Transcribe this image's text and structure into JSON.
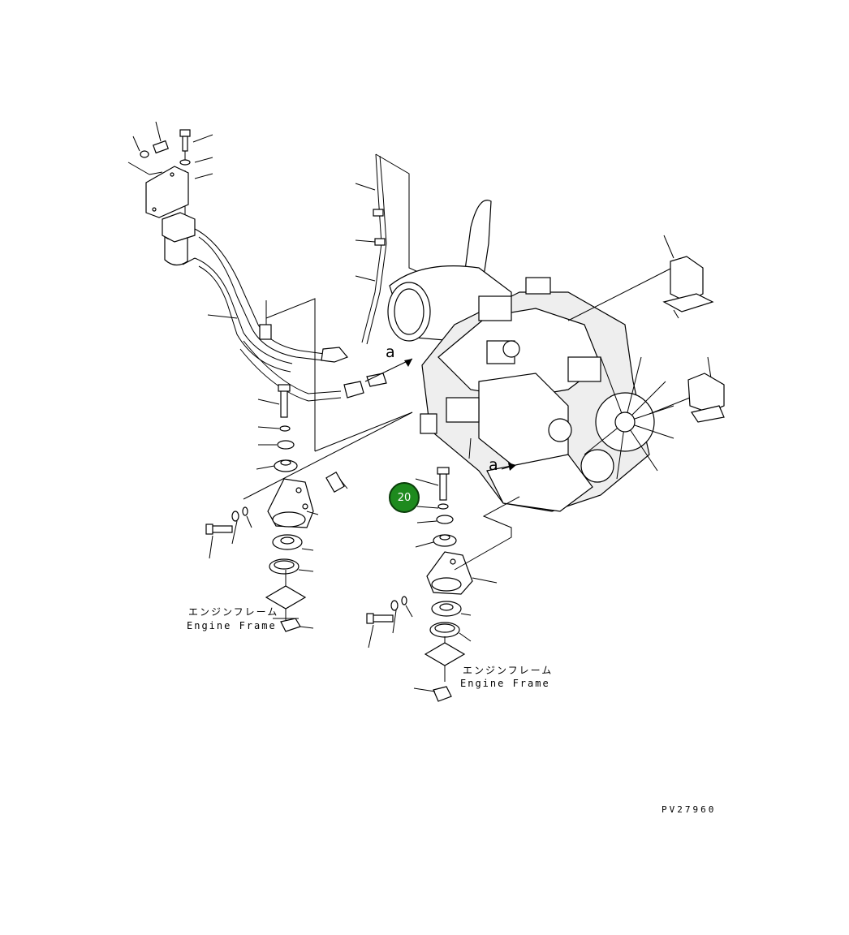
{
  "callout": {
    "label": "20"
  },
  "refs": {
    "a_top": "a",
    "a_bottom": "a"
  },
  "engine_frame_left": {
    "jp": "エンジンフレーム",
    "en": "Engine Frame"
  },
  "engine_frame_right": {
    "jp": "エンジンフレーム",
    "en": "Engine Frame"
  },
  "drawing_id": "PV27960",
  "colors": {
    "callout_fill": "#1e8a1e",
    "line": "#000000",
    "background": "#ffffff"
  }
}
